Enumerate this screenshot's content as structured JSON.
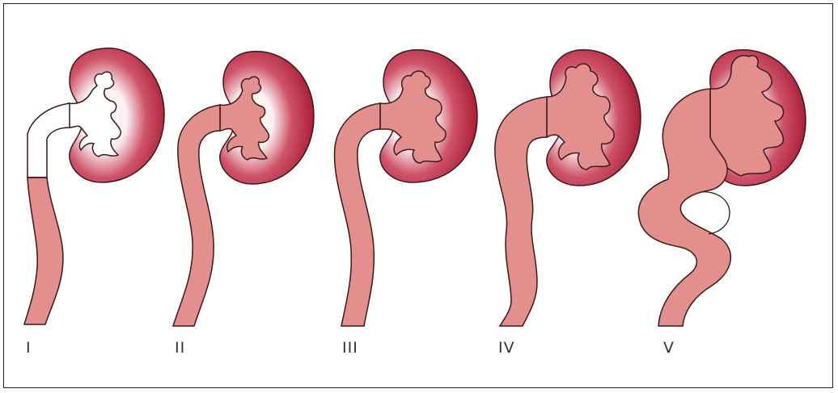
{
  "grades": [
    {
      "label": "I"
    },
    {
      "label": "II"
    },
    {
      "label": "III"
    },
    {
      "label": "IV"
    },
    {
      "label": "V"
    }
  ],
  "colors": {
    "kidney_dark": "#a3152e",
    "kidney_mid": "#c84560",
    "tissue_pink": "#e38f8e",
    "outline": "#3a1a1a",
    "frame": "#222222"
  }
}
